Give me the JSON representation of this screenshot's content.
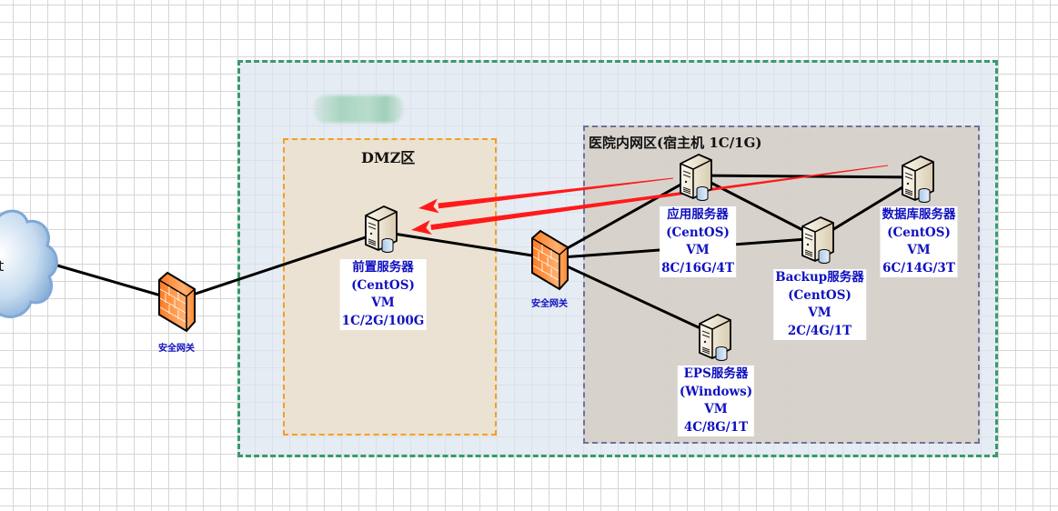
{
  "zones": {
    "outer": {
      "label_redacted": true
    },
    "dmz": {
      "title": "DMZ区"
    },
    "intranet": {
      "title": "医院内网区(宿主机 1C/1G)"
    }
  },
  "cloud": {
    "label_fragment": "t"
  },
  "firewalls": [
    {
      "id": "fw-external",
      "label": "安全网关"
    },
    {
      "id": "fw-internal",
      "label": "安全网关"
    }
  ],
  "servers": [
    {
      "id": "front",
      "lines": [
        "前置服务器",
        "(CentOS)",
        "VM",
        "1C/2G/100G"
      ]
    },
    {
      "id": "app",
      "lines": [
        "应用服务器",
        "(CentOS)",
        "VM",
        "8C/16G/4T"
      ]
    },
    {
      "id": "db",
      "lines": [
        "数据库服务器",
        "(CentOS)",
        "VM",
        "6C/14G/3T"
      ]
    },
    {
      "id": "backup",
      "lines": [
        "Backup服务器",
        "(CentOS)",
        "VM",
        "2C/4G/1T"
      ]
    },
    {
      "id": "eps",
      "lines": [
        "EPS服务器",
        "(Windows)",
        "VM",
        "4C/8G/1T"
      ]
    }
  ],
  "connections": [
    [
      "cloud",
      "fw-external"
    ],
    [
      "fw-external",
      "front"
    ],
    [
      "front",
      "fw-internal"
    ],
    [
      "fw-internal",
      "app"
    ],
    [
      "fw-internal",
      "backup"
    ],
    [
      "fw-internal",
      "eps"
    ],
    [
      "app",
      "db"
    ],
    [
      "app",
      "backup"
    ],
    [
      "backup",
      "db"
    ]
  ],
  "arrows": [
    {
      "from": "app",
      "to": "front"
    },
    {
      "from": "db",
      "to": "front"
    }
  ],
  "colors": {
    "link": "#000000",
    "arrow": "#ff1a1a",
    "label_text": "#1010c0",
    "outer_border": "#3a9a6a",
    "dmz_border": "#f0a020",
    "intranet_border": "#7070a0"
  }
}
